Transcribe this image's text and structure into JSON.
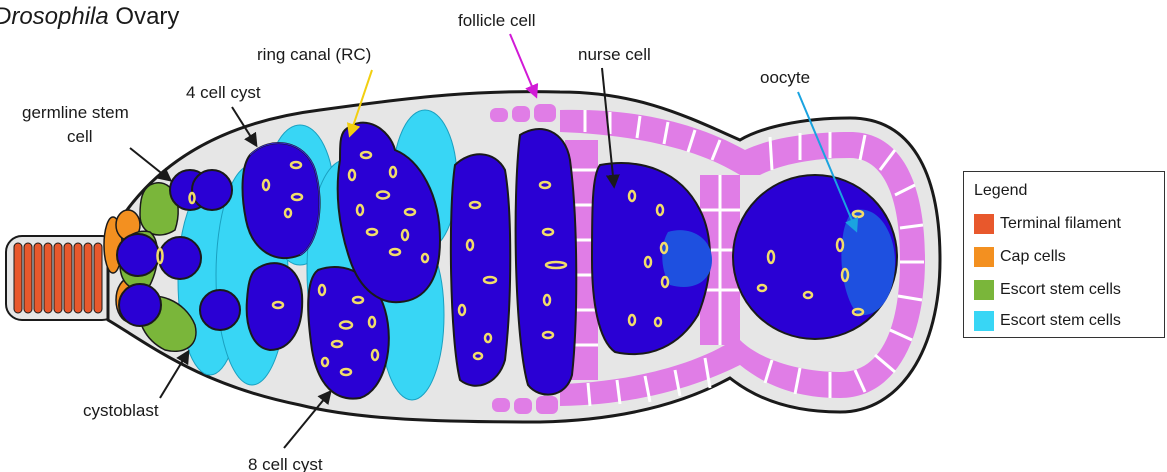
{
  "title": {
    "italic": "Drosophila",
    "rest": " Ovary"
  },
  "labels": {
    "germline_stem_cell": [
      "germline stem",
      "cell"
    ],
    "four_cell_cyst": "4 cell cyst",
    "ring_canal": "ring canal (RC)",
    "follicle_cell": "follicle cell",
    "nurse_cell": "nurse cell",
    "oocyte": "oocyte",
    "cystoblast": "cystoblast",
    "eight_cell_cyst": "8 cell cyst"
  },
  "legend": {
    "title": "Legend",
    "items": [
      {
        "label": "Terminal filament",
        "color": "#e8582c"
      },
      {
        "label": "Cap cells",
        "color": "#f39020"
      },
      {
        "label": "Escort stem cells",
        "color": "#7ab63a"
      },
      {
        "label": "Escort stem cells",
        "color": "#38d6f5"
      }
    ]
  },
  "colors": {
    "germline": "#2a00d4",
    "ring_canal": "#f2dd6a",
    "follicle": "#e07de6",
    "outline": "#1a1a1a",
    "ovary_bg": "#e6e6e6",
    "oocyte_fill": "#1e50e0",
    "arrow_follicle": "#d11ad6",
    "arrow_ring": "#f2cf10",
    "arrow_oocyte": "#1aa3e0"
  }
}
